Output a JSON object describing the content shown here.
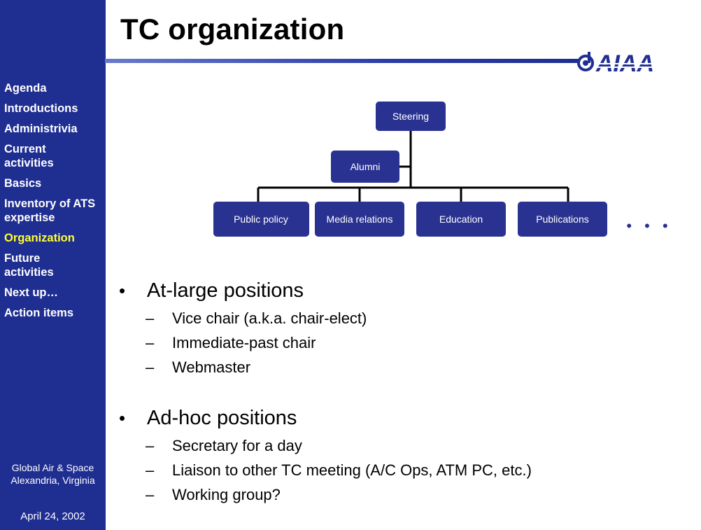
{
  "slide": {
    "title": "TC organization"
  },
  "sidebar": {
    "items": [
      {
        "label": "Agenda",
        "active": false
      },
      {
        "label": "Introductions",
        "active": false
      },
      {
        "label": "Administrivia",
        "active": false
      },
      {
        "label": "Current activities",
        "active": false
      },
      {
        "label": "Basics",
        "active": false
      },
      {
        "label": "Inventory of ATS expertise",
        "active": false
      },
      {
        "label": "Organization",
        "active": true
      },
      {
        "label": "Future activities",
        "active": false
      },
      {
        "label": "Next up…",
        "active": false
      },
      {
        "label": "Action items",
        "active": false
      }
    ],
    "venue_line1": "Global Air & Space",
    "venue_line2": "Alexandria, Virginia",
    "date": "April 24, 2002"
  },
  "logo": {
    "text": "AIAA"
  },
  "org_chart": {
    "top": "Steering",
    "side": "Alumni",
    "children": [
      "Public policy",
      "Media relations",
      "Education",
      "Publications"
    ],
    "more": "• • •"
  },
  "content": {
    "sections": [
      {
        "heading": "At-large positions",
        "items": [
          "Vice chair (a.k.a. chair-elect)",
          "Immediate-past chair",
          "Webmaster"
        ]
      },
      {
        "heading": "Ad-hoc positions",
        "items": [
          "Secretary for a day",
          "Liaison to other TC meeting (A/C Ops, ATM PC, etc.)",
          "Working group?"
        ]
      }
    ]
  },
  "colors": {
    "sidebar": "#1f2e91",
    "node_fill": "#2a3291",
    "active_nav": "#ffff33",
    "accent": "#1f2e91"
  }
}
